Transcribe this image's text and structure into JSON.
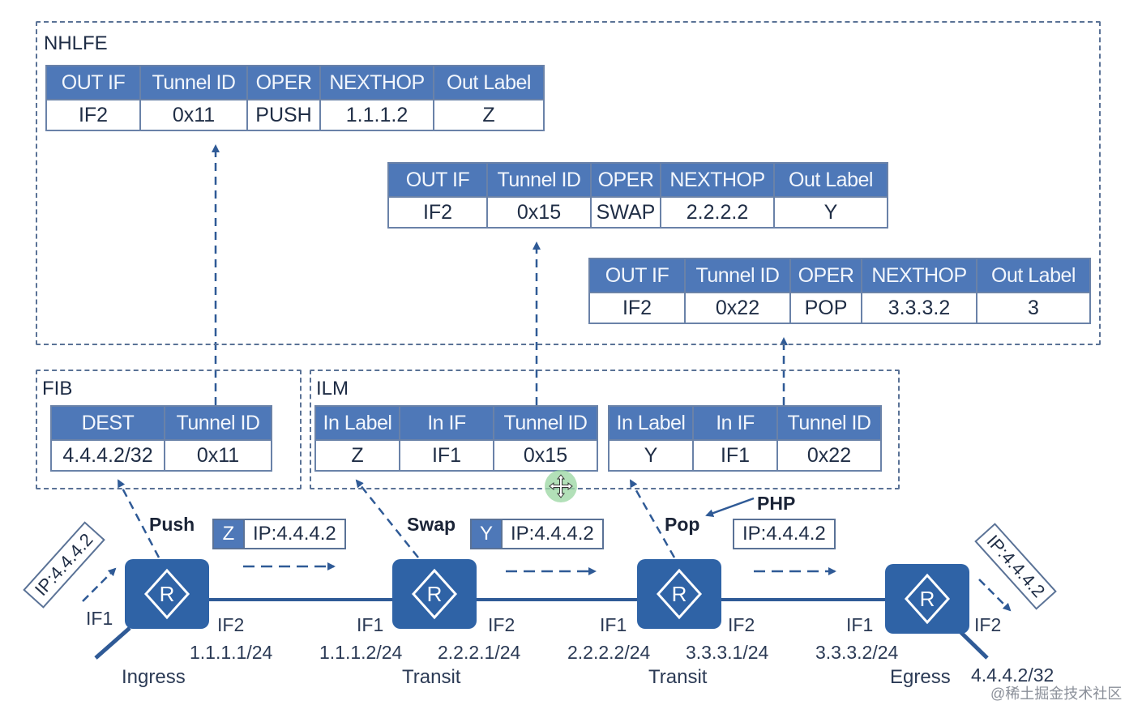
{
  "regions": {
    "nhlfe": "NHLFE",
    "fib": "FIB",
    "ilm": "ILM"
  },
  "nhlfe_headers": [
    "OUT IF",
    "Tunnel ID",
    "OPER",
    "NEXTHOP",
    "Out Label"
  ],
  "nhlfe_tables": [
    {
      "out_if": "IF2",
      "tunnel_id": "0x11",
      "oper": "PUSH",
      "nexthop": "1.1.1.2",
      "out_label": "Z"
    },
    {
      "out_if": "IF2",
      "tunnel_id": "0x15",
      "oper": "SWAP",
      "nexthop": "2.2.2.2",
      "out_label": "Y"
    },
    {
      "out_if": "IF2",
      "tunnel_id": "0x22",
      "oper": "POP",
      "nexthop": "3.3.3.2",
      "out_label": "3"
    }
  ],
  "fib": {
    "headers": [
      "DEST",
      "Tunnel ID"
    ],
    "row": {
      "dest": "4.4.4.2/32",
      "tunnel_id": "0x11"
    }
  },
  "ilm_headers": [
    "In Label",
    "In IF",
    "Tunnel ID"
  ],
  "ilm_tables": [
    {
      "in_label": "Z",
      "in_if": "IF1",
      "tunnel_id": "0x15"
    },
    {
      "in_label": "Y",
      "in_if": "IF1",
      "tunnel_id": "0x22"
    }
  ],
  "operations": {
    "push": "Push",
    "swap": "Swap",
    "pop": "Pop",
    "php": "PHP"
  },
  "packets": [
    {
      "label": "Z",
      "ip": "IP:4.4.4.2"
    },
    {
      "label": "Y",
      "ip": "IP:4.4.4.2"
    },
    {
      "label": "",
      "ip": "IP:4.4.4.2"
    }
  ],
  "ingress_packet": "IP:4.4.4.2",
  "egress_packet": "IP:4.4.4.2",
  "routers": [
    {
      "name": "Ingress",
      "if_in": "IF1",
      "if_out": "IF2",
      "addr_out": "1.1.1.1/24",
      "symbol": "R"
    },
    {
      "name": "Transit",
      "if_in": "IF1",
      "if_out": "IF2",
      "addr_in": "1.1.1.2/24",
      "addr_out": "2.2.2.1/24",
      "symbol": "R"
    },
    {
      "name": "Transit",
      "if_in": "IF1",
      "if_out": "IF2",
      "addr_in": "2.2.2.2/24",
      "addr_out": "3.3.3.1/24",
      "symbol": "R"
    },
    {
      "name": "Egress",
      "if_in": "IF1",
      "if_out": "IF2",
      "addr_in": "3.3.3.2/24",
      "addr_out": "4.4.4.2/32",
      "symbol": "R"
    }
  ],
  "watermark": "@稀土掘金技术社区",
  "colors": {
    "header_fill": "#4e78b8",
    "router_fill": "#2f63a6",
    "line": "#2f5a96",
    "border": "#5a7296"
  },
  "icons": [
    "router-icon",
    "move-cursor-icon"
  ]
}
